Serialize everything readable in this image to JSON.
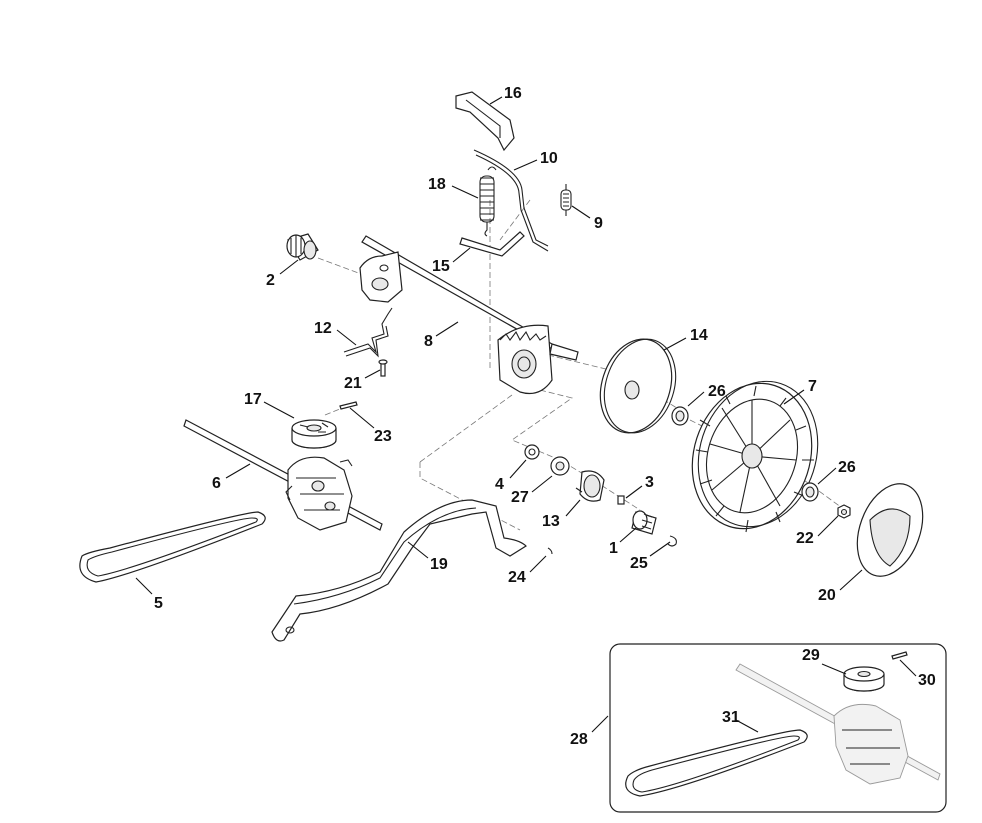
{
  "diagram": {
    "title": "Rear wheel drive assembly - exploded parts view",
    "callouts": [
      {
        "id": "1",
        "text": "1"
      },
      {
        "id": "2",
        "text": "2"
      },
      {
        "id": "3",
        "text": "3"
      },
      {
        "id": "4",
        "text": "4"
      },
      {
        "id": "5",
        "text": "5"
      },
      {
        "id": "6",
        "text": "6"
      },
      {
        "id": "7",
        "text": "7"
      },
      {
        "id": "8",
        "text": "8"
      },
      {
        "id": "9",
        "text": "9"
      },
      {
        "id": "10",
        "text": "10"
      },
      {
        "id": "12",
        "text": "12"
      },
      {
        "id": "13",
        "text": "13"
      },
      {
        "id": "14",
        "text": "14"
      },
      {
        "id": "15",
        "text": "15"
      },
      {
        "id": "16",
        "text": "16"
      },
      {
        "id": "17",
        "text": "17"
      },
      {
        "id": "18",
        "text": "18"
      },
      {
        "id": "19",
        "text": "19"
      },
      {
        "id": "20",
        "text": "20"
      },
      {
        "id": "21",
        "text": "21"
      },
      {
        "id": "22",
        "text": "22"
      },
      {
        "id": "23",
        "text": "23"
      },
      {
        "id": "24",
        "text": "24"
      },
      {
        "id": "25",
        "text": "25"
      },
      {
        "id": "26a",
        "text": "26"
      },
      {
        "id": "26b",
        "text": "26"
      },
      {
        "id": "27",
        "text": "27"
      },
      {
        "id": "28",
        "text": "28"
      },
      {
        "id": "29",
        "text": "29"
      },
      {
        "id": "30",
        "text": "30"
      },
      {
        "id": "31",
        "text": "31"
      }
    ]
  }
}
